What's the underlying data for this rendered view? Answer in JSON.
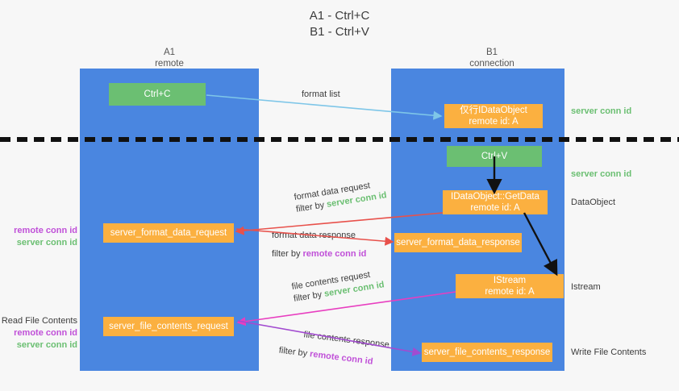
{
  "title": {
    "line1": "A1 - Ctrl+C",
    "line2": "B1 - Ctrl+V"
  },
  "columns": [
    {
      "name": "A1",
      "sub": "remote"
    },
    {
      "name": "B1",
      "sub": "connection"
    }
  ],
  "colors": {
    "lane": "#4a86e0",
    "green_node": "#6bbf72",
    "orange_node": "#fbb040",
    "server_conn_id": "#6bbf72",
    "remote_conn_id": "#c050d8",
    "arrow_blue": "#7ec6e8",
    "arrow_red": "#e8514b",
    "arrow_pink": "#e83ec0",
    "arrow_purple": "#a24bd0",
    "arrow_black": "#111111",
    "background": "#f7f7f7"
  },
  "nodes": {
    "ctrl_c": {
      "label": "Ctrl+C"
    },
    "idataobject": {
      "line1": "仅行IDataObject",
      "line2": "remote id: A"
    },
    "ctrl_v": {
      "label": "Ctrl+V"
    },
    "getdata": {
      "line1": "IDataObject::GetData",
      "line2": "remote id: A"
    },
    "istream": {
      "line1": "IStream",
      "line2": "remote id: A"
    },
    "server_format_data_request": {
      "label": "server_format_data_request"
    },
    "server_format_data_response": {
      "label": "server_format_data_response"
    },
    "server_file_contents_request": {
      "label": "server_file_contents_request"
    },
    "server_file_contents_response": {
      "label": "server_file_contents_response"
    }
  },
  "annotations": {
    "format_list": "format list",
    "format_data_request": "format data request",
    "format_data_response": "format data response",
    "file_contents_request": "file contents request",
    "file_contents_response": "file contents response",
    "filter_by": "filter by",
    "server_conn_id": "server conn id",
    "remote_conn_id": "remote conn id",
    "read_file_contents": "Read File Contents",
    "write_file_contents": "Write File Contents",
    "dataobject_label": "DataObject",
    "istream_label": "Istream"
  }
}
